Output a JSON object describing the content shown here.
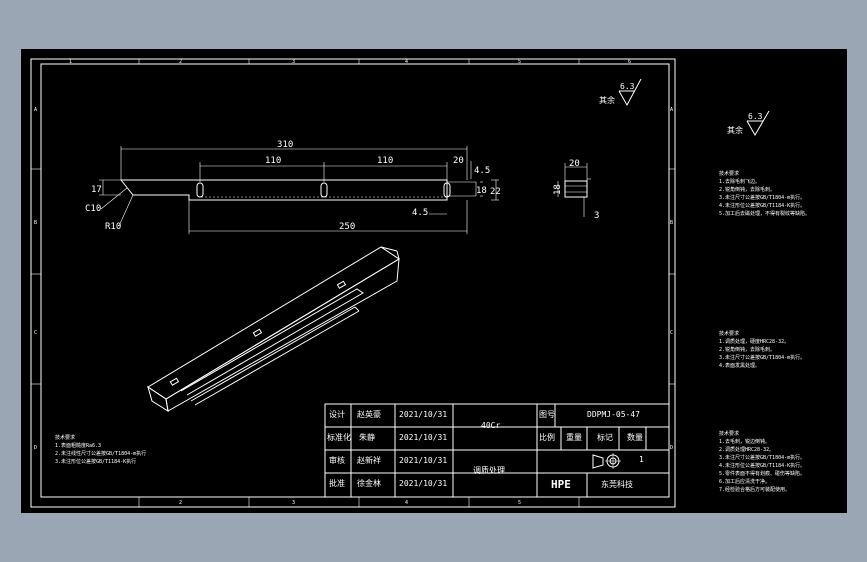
{
  "drawing": {
    "zone_numbers": [
      "1",
      "2",
      "3",
      "4",
      "5",
      "6"
    ],
    "zone_letters": [
      "A",
      "B",
      "C",
      "D"
    ],
    "dimensions": {
      "overall_length": "310",
      "slot_spacing_1": "110",
      "slot_spacing_2": "110",
      "end_offset": "20",
      "right_height": "4.5",
      "bottom_offset": "4.5",
      "base_length": "250",
      "left_height": "17",
      "chamfer": "C10",
      "radius": "R10",
      "bore_dia": "18",
      "outer_height": "22",
      "side_width": "20",
      "side_height": "18",
      "side_depth": "3"
    },
    "roughness_symbol": "6.3",
    "roughness_label": "其余"
  },
  "title_block": {
    "rows": [
      {
        "role": "设计",
        "name": "赵英豪",
        "date": "2021/10/31"
      },
      {
        "role": "标准化",
        "name": "朱静",
        "date": "2021/10/31"
      },
      {
        "role": "审核",
        "name": "赵新祥",
        "date": "2021/10/31"
      },
      {
        "role": "批准",
        "name": "徐金林",
        "date": "2021/10/31"
      }
    ],
    "material": "40Cr",
    "treatment": "调质处理",
    "drawing_no_label": "图号",
    "drawing_no": "DDPMJ-05-47",
    "headers": [
      "比例",
      "重量",
      "标记",
      "数量"
    ],
    "quantity": "1",
    "company_logo": "HPE",
    "company_name": "东莞科技"
  },
  "notes_bottom_left": {
    "title": "技术要求",
    "lines": [
      "1.表面粗糙度Ra6.3",
      "2.未注线性尺寸公差按GB/T1804-m执行",
      "3.未注形位公差按GB/T1184-K执行"
    ]
  },
  "side_panel": {
    "roughness_label": "其余",
    "roughness_symbol": "6.3",
    "block1": {
      "title": "技术要求",
      "lines": [
        "1.去除毛刺飞边。",
        "2.锐角倒钝，去除毛刺。",
        "3.未注尺寸公差按GB/T1804-m执行。",
        "4.未注形位公差按GB/T1184-K执行。",
        "5.加工后去磁处理，不得有裂纹等缺陷。"
      ]
    },
    "block2": {
      "title": "技术要求",
      "lines": [
        "1.调质处理，硬度HRC28-32。",
        "2.锐角倒钝，去除毛刺。",
        "3.未注尺寸公差按GB/T1804-m执行。",
        "4.表面发黑处理。"
      ]
    },
    "block3": {
      "title": "技术要求",
      "lines": [
        "1.去毛刺，锐边倒钝。",
        "2.调质处理HRC28-32。",
        "3.未注尺寸公差按GB/T1804-m执行。",
        "4.未注形位公差按GB/T1184-K执行。",
        "5.零件表面不得有划痕、碰伤等缺陷。",
        "6.加工后应清洗干净。",
        "7.经检验合格后方可装配使用。"
      ]
    }
  }
}
